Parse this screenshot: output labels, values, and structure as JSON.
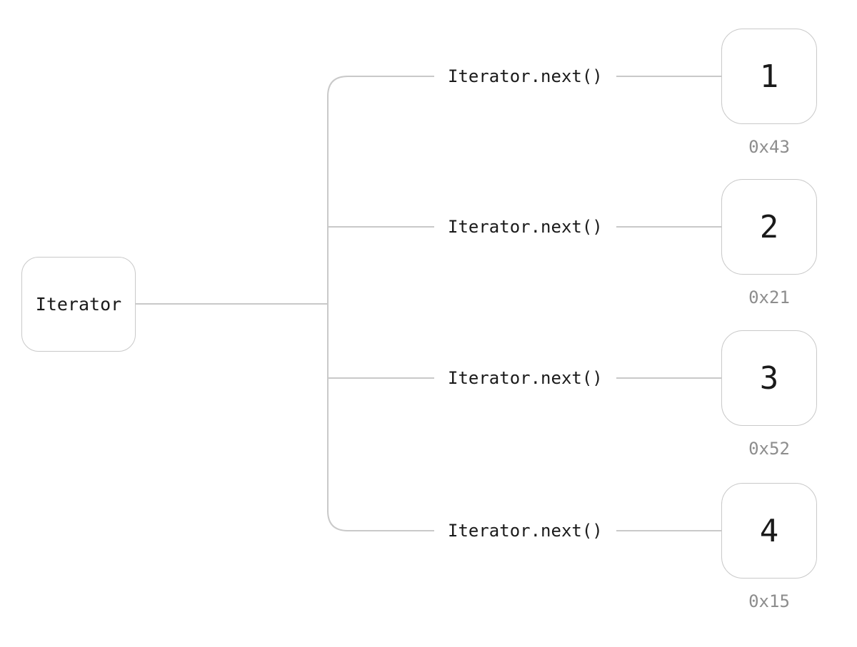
{
  "diagram": {
    "root": {
      "label": "Iterator"
    },
    "branches": [
      {
        "call": "Iterator.next()",
        "value": "1",
        "address": "0x43"
      },
      {
        "call": "Iterator.next()",
        "value": "2",
        "address": "0x21"
      },
      {
        "call": "Iterator.next()",
        "value": "3",
        "address": "0x52"
      },
      {
        "call": "Iterator.next()",
        "value": "4",
        "address": "0x15"
      }
    ]
  },
  "colors": {
    "background": "#ffffff",
    "line": "#c9c9c9",
    "border": "#c9c9c9",
    "text": "#1a1a1a",
    "caption": "#8d8d8d"
  }
}
